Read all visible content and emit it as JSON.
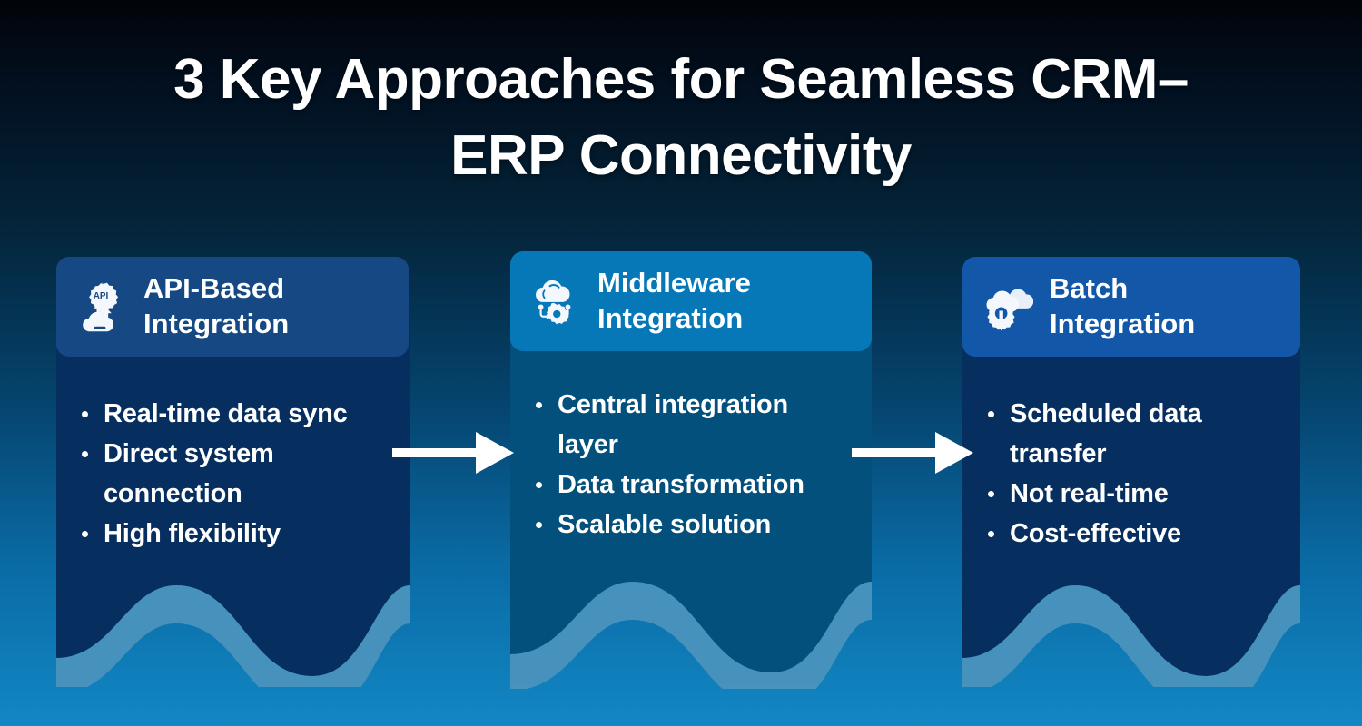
{
  "theme": {
    "bg_top": "#010409",
    "bg_bottom": "#1287c4",
    "text_color": "#ffffff",
    "wave_light": "#4b94bd",
    "wave_mid": "#0d7fbe"
  },
  "header": {
    "title_line1": "3 Key Approaches for Seamless CRM–",
    "title_line2": "ERP Connectivity"
  },
  "cards": [
    {
      "icon": "api-gear-cloud-icon",
      "title_line1": "API-Based",
      "title_line2": "Integration",
      "header_color": "#164884",
      "body_color": "#062f60",
      "bullets": [
        "Real-time data sync",
        "Direct system",
        "connection",
        "High flexibility"
      ],
      "bullet_flags": [
        true,
        true,
        false,
        true
      ]
    },
    {
      "icon": "cloud-gear-middleware-icon",
      "title_line1": "Middleware",
      "title_line2": "Integration",
      "header_color": "#0678b8",
      "body_color": "#04507c",
      "bullets": [
        "Central integration",
        "layer",
        "Data transformation",
        "Scalable solution"
      ],
      "bullet_flags": [
        true,
        false,
        true,
        true
      ]
    },
    {
      "icon": "batch-cloud-download-icon",
      "title_line1": "Batch",
      "title_line2": "Integration",
      "header_color": "#1257a8",
      "body_color": "#062f60",
      "bullets": [
        "Scheduled data",
        "transfer",
        "Not real-time",
        "Cost-effective"
      ],
      "bullet_flags": [
        true,
        false,
        true,
        true
      ]
    }
  ],
  "arrows": [
    {
      "name": "arrow-card1-to-card2"
    },
    {
      "name": "arrow-card2-to-card3"
    }
  ]
}
